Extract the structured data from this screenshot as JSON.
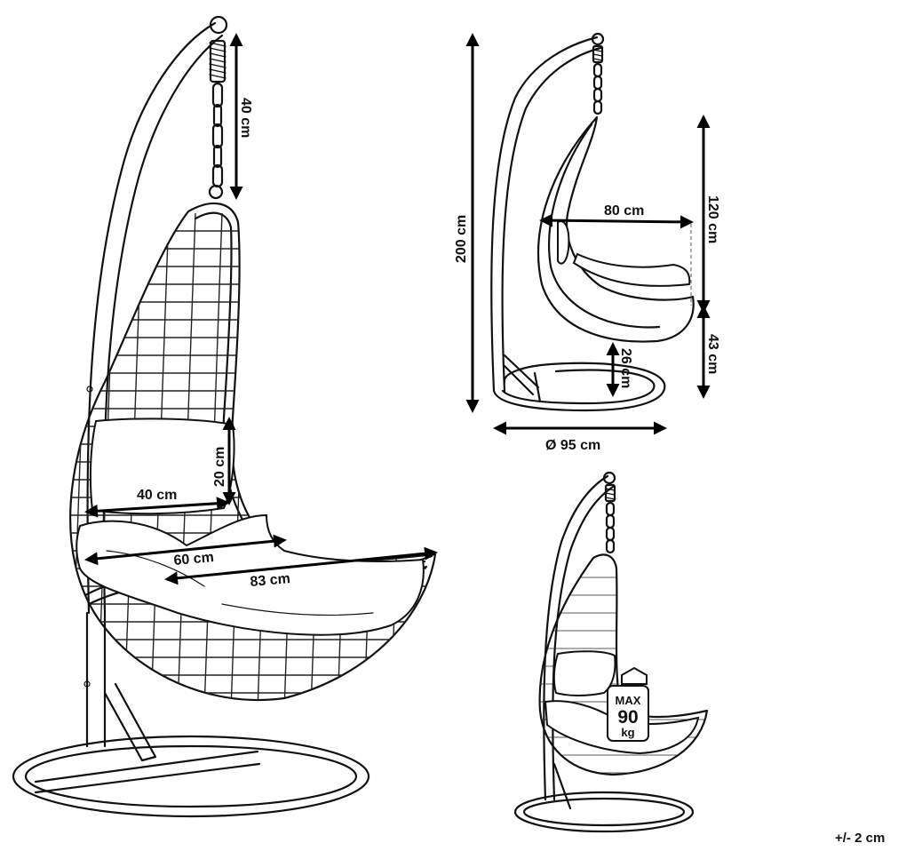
{
  "dimensions": {
    "chain_length": "40 cm",
    "backrest_height": "20 cm",
    "seat_width_back": "40 cm",
    "seat_width": "60 cm",
    "seat_length": "83 cm",
    "chair_width_side": "80 cm",
    "total_height": "200 cm",
    "chair_height": "120 cm",
    "seat_height": "43 cm",
    "ground_clearance": "26 cm",
    "base_diameter": "Ø 95 cm"
  },
  "load_badge": {
    "top": "MAX",
    "value": "90",
    "unit": "kg"
  },
  "tolerance": "+/- 2 cm",
  "colors": {
    "line": "#111111",
    "background": "#ffffff"
  }
}
